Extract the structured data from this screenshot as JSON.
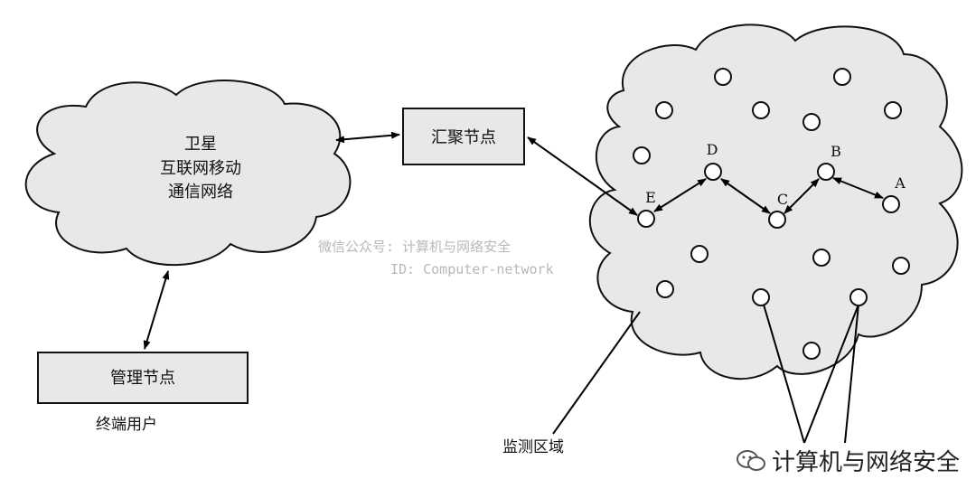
{
  "network_cloud": {
    "lines": [
      "卫星",
      "互联网移动",
      "通信网络"
    ]
  },
  "sink_node": {
    "label": "汇聚节点"
  },
  "management_node": {
    "label": "管理节点"
  },
  "end_user": {
    "label": "终端用户"
  },
  "monitoring_area": {
    "label": "监测区域"
  },
  "sensor_nodes": {
    "labeled": [
      "A",
      "B",
      "C",
      "D",
      "E"
    ]
  },
  "watermark_center": {
    "line1": "微信公众号: 计算机与网络安全",
    "line2": "ID: Computer-network"
  },
  "watermark_corner": {
    "text": "计算机与网络安全",
    "icon": "wechat-icon"
  }
}
